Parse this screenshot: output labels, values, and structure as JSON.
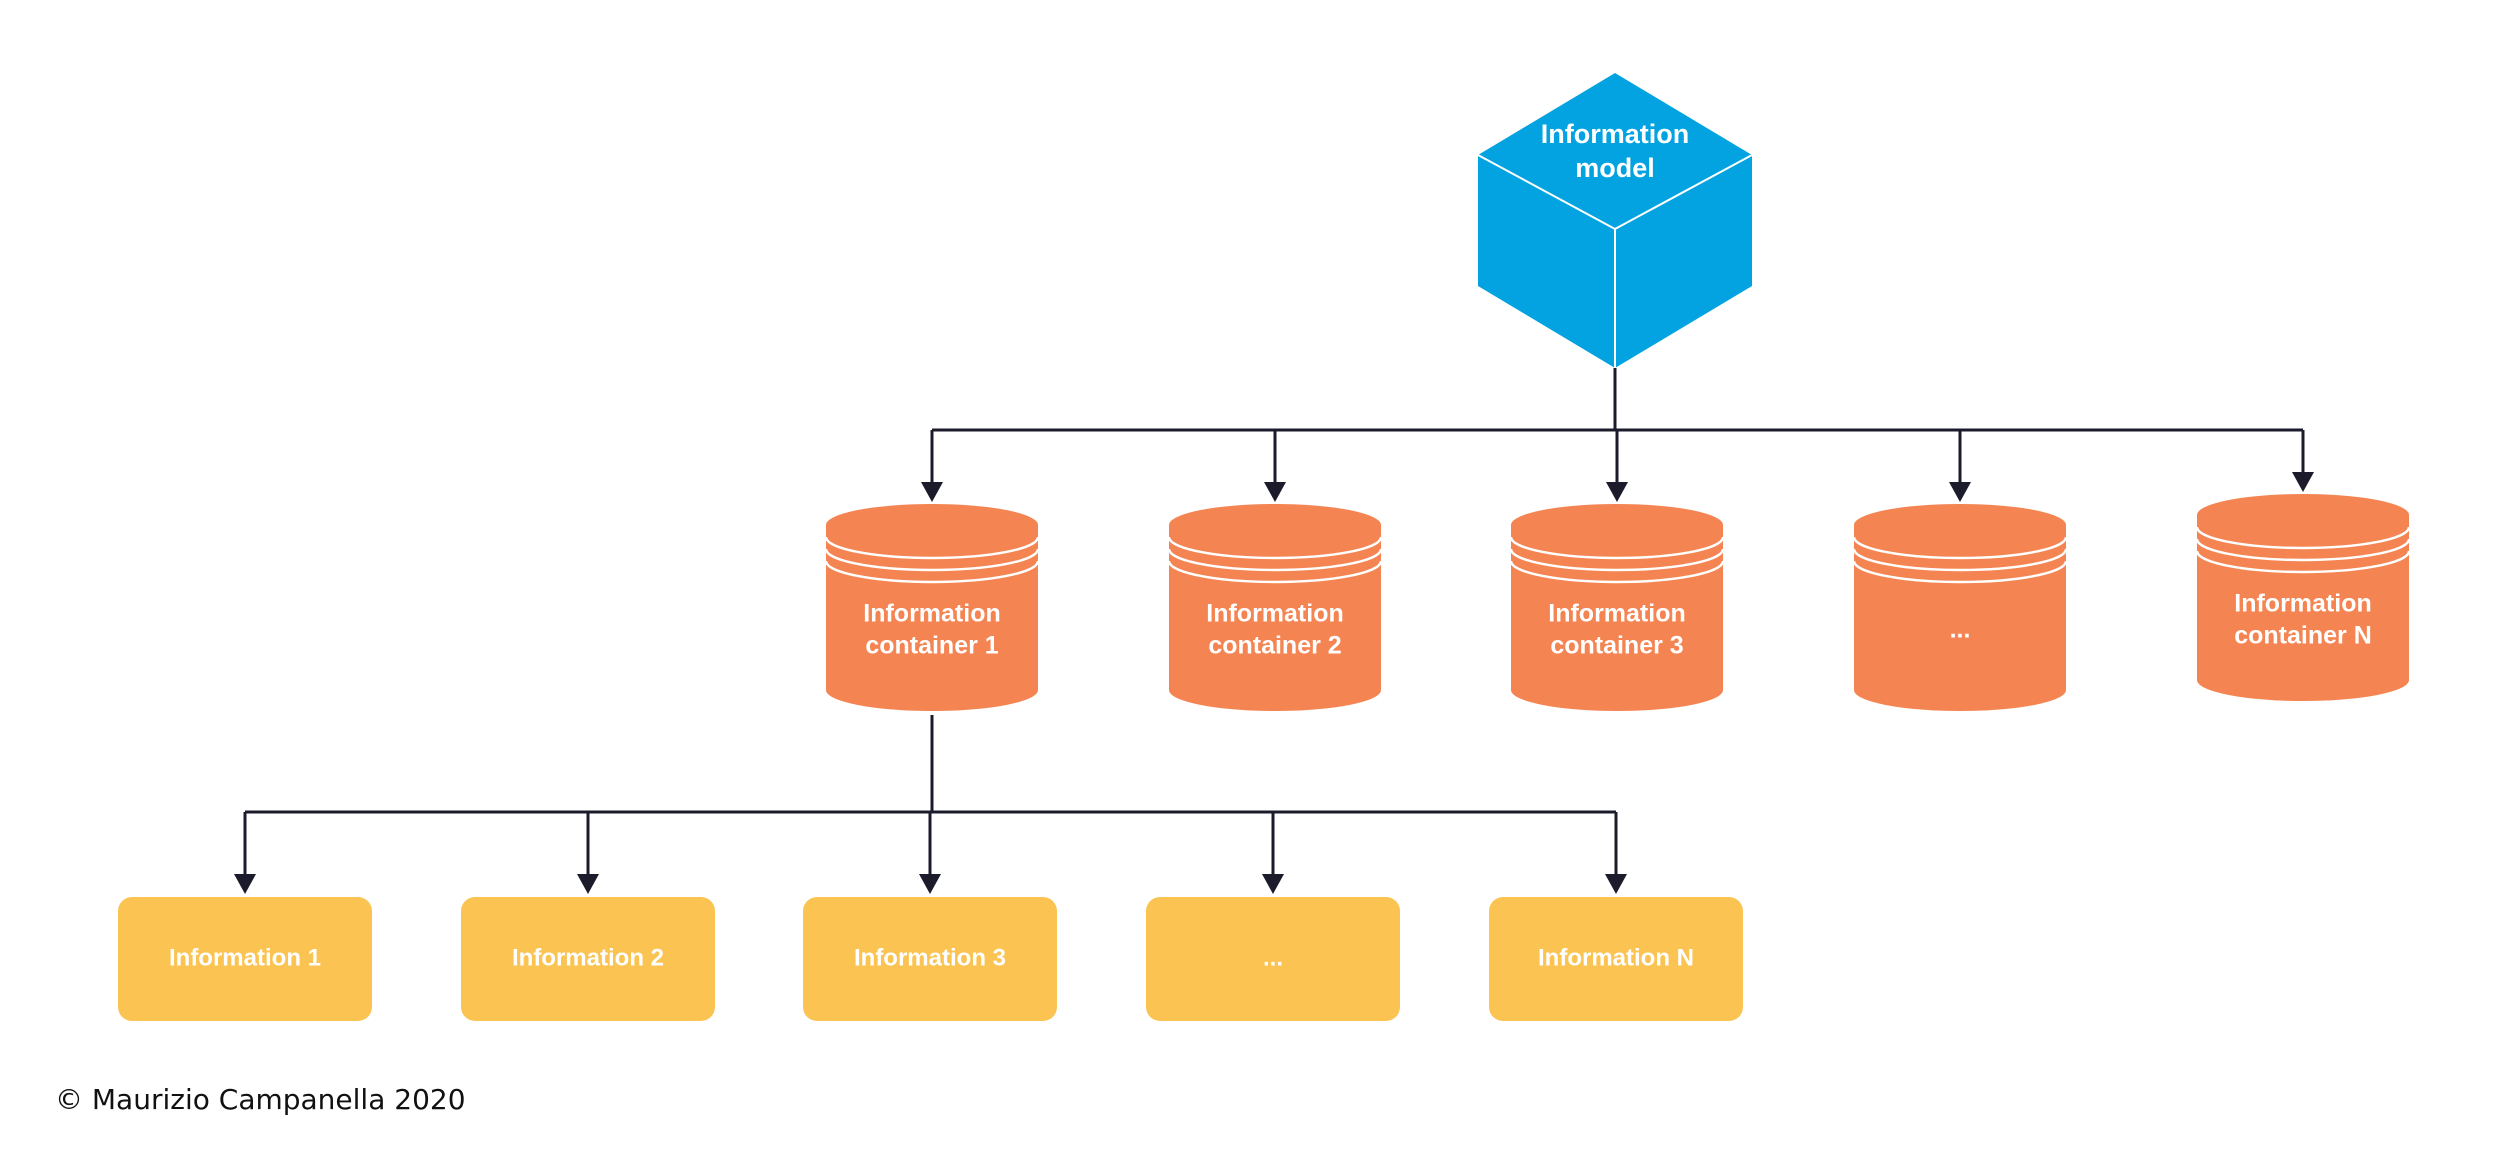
{
  "colors": {
    "model": "#02a3e0",
    "container": "#f48452",
    "info": "#fbc452",
    "line": "#1b1b2b",
    "label": "#ffffff"
  },
  "model": {
    "icon": "cube-icon",
    "label_lines": [
      "Information",
      "model"
    ]
  },
  "containers": [
    {
      "icon": "database-cylinder-icon",
      "label_lines": [
        "Information",
        "container 1"
      ]
    },
    {
      "icon": "database-cylinder-icon",
      "label_lines": [
        "Information",
        "container 2"
      ]
    },
    {
      "icon": "database-cylinder-icon",
      "label_lines": [
        "Information",
        "container 3"
      ]
    },
    {
      "icon": "database-cylinder-icon",
      "label_lines": [
        "..."
      ]
    },
    {
      "icon": "database-cylinder-icon",
      "label_lines": [
        "Information",
        "container N"
      ]
    }
  ],
  "informations": [
    {
      "label": "Information 1"
    },
    {
      "label": "Information 2"
    },
    {
      "label": "Information 3"
    },
    {
      "label": "..."
    },
    {
      "label": "Information N"
    }
  ],
  "edges": [
    {
      "from": "model",
      "to": [
        "container 1",
        "container 2",
        "container 3",
        "...",
        "container N"
      ]
    },
    {
      "from": "container 1",
      "to": [
        "Information 1",
        "Information 2",
        "Information 3",
        "...",
        "Information N"
      ]
    }
  ],
  "footer": {
    "copyright": "© Maurizio Campanella 2020"
  }
}
